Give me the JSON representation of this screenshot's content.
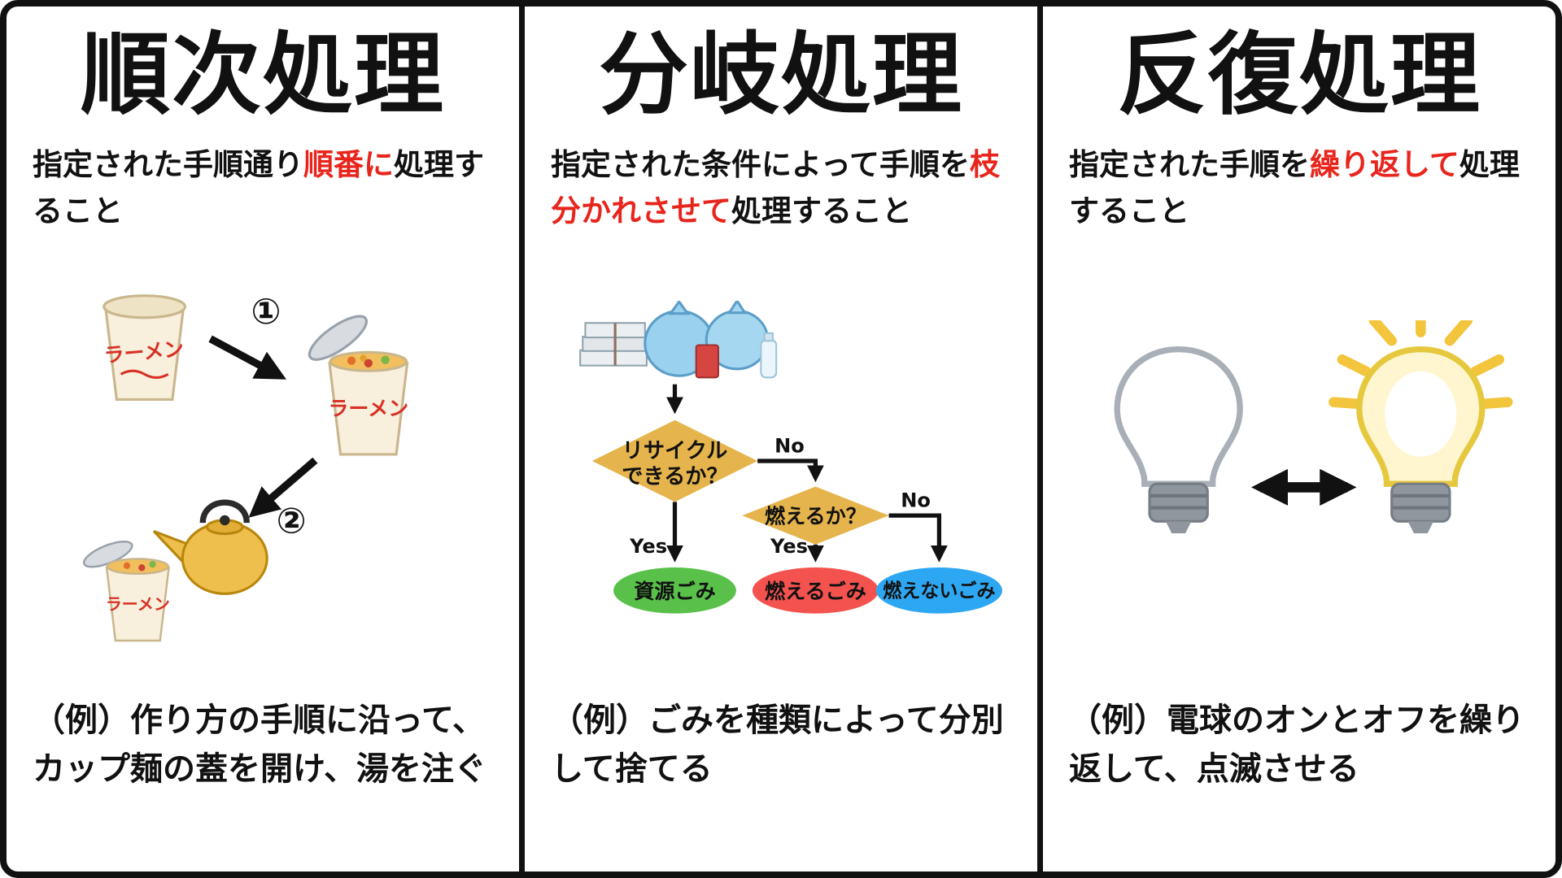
{
  "sequential": {
    "title": "順次処理",
    "desc_pre": "指定された手順通り",
    "desc_red": "順番に",
    "desc_post": "処理すること",
    "cup_label": "ラーメン",
    "step1": "①",
    "step2": "②",
    "example": "（例）作り方の手順に沿って、カップ麺の蓋を開け、湯を注ぐ"
  },
  "branch": {
    "title": "分岐処理",
    "desc_pre": "指定された条件によって手順を",
    "desc_red": "枝分かれさせて",
    "desc_post": "処理すること",
    "flow": {
      "decision1_line1": "リサイクル",
      "decision1_line2": "できるか？",
      "decision2": "燃えるか？",
      "yes": "Yes",
      "no": "No",
      "result_recycle": "資源ごみ",
      "result_burnable": "燃えるごみ",
      "result_nonburnable": "燃えないごみ"
    },
    "example": "（例）ごみを種類によって分別して捨てる"
  },
  "loop": {
    "title": "反復処理",
    "desc_pre": "指定された手順を",
    "desc_red": "繰り返して",
    "desc_post": "処理すること",
    "example": "（例）電球のオンとオフを繰り返して、点滅させる"
  },
  "colors": {
    "accent_red": "#e8251c",
    "diamond_gold": "#e5b44c",
    "recycle_green": "#59c04a",
    "burnable_red": "#f4524e",
    "nonburnable_blue": "#2ea7f2",
    "border_black": "#111111"
  }
}
